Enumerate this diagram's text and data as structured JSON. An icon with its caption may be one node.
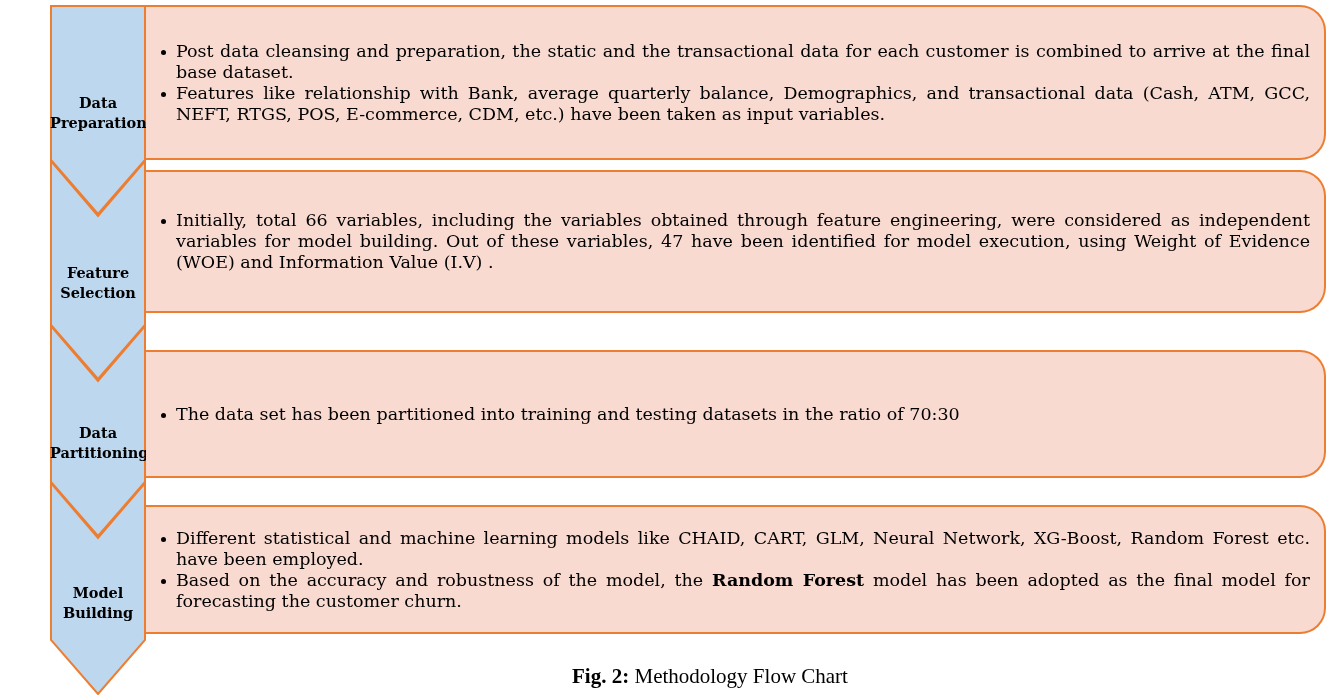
{
  "diagram": {
    "caption": "**Fig. 2:** Methodology Flow Chart",
    "nodes": [
      {
        "text": [
          "Data Preparation"
        ]
      },
      {
        "text": [
          "Post data cleansing and preparation, the static and the transactional data for each customer is combined to  arrive at the final base dataset.",
          "Features like relationship with Bank, average quarterly balance, Demographics, and transactional data (Cash, ATM, GCC, NEFT, RTGS, POS, E-commerce, CDM, etc.) have been taken as input variables."
        ]
      },
      {
        "text": [
          "Feature Selection"
        ]
      },
      {
        "text": [
          "Initially, total 66 variables, including the variables obtained through feature engineering, were considered as independent variables for model building. Out of these variables, 47 have been identified for model execution, using Weight of Evidence (WOE) and Information Value (I.V) ."
        ]
      },
      {
        "text": [
          "Data Partitioning"
        ]
      },
      {
        "text": [
          "The data set has been partitioned into training and testing datasets in the ratio of 70:30"
        ]
      },
      {
        "text": [
          "Model Building"
        ]
      },
      {
        "text": [
          "Different statistical and machine learning models like CHAID, CART, GLM, Neural Network, XG-Boost, Random Forest etc. have been employed.",
          "Based on the accuracy and robustness of the model, the **Random Forest** model has been adopted as the final model for forecasting the customer churn."
        ]
      }
    ],
    "edges": []
  }
}
